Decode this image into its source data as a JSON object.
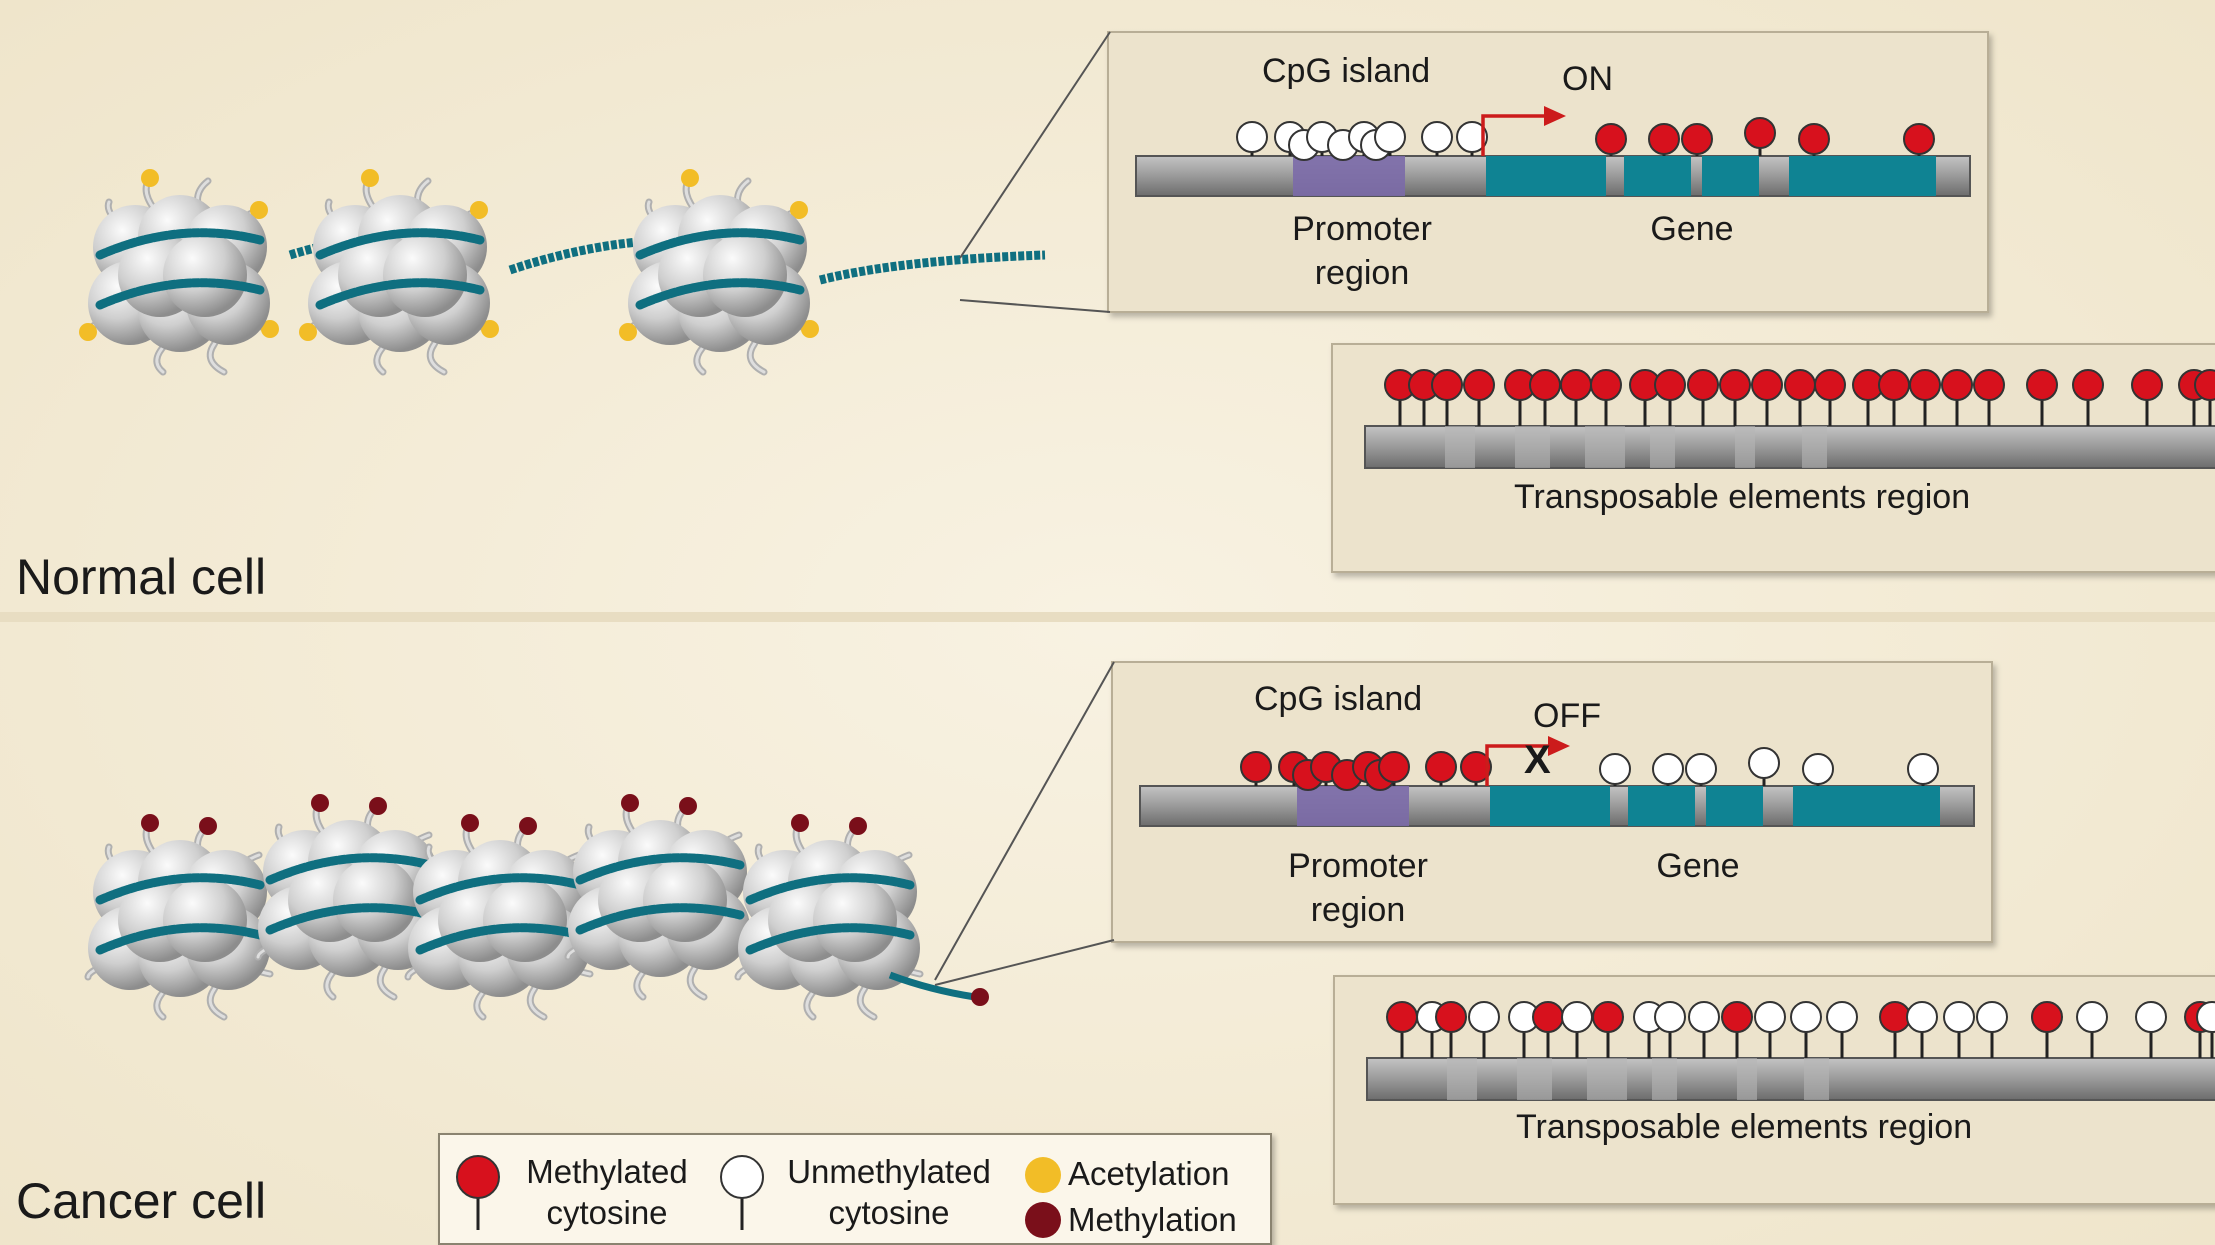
{
  "normal": {
    "section_label": "Normal cell",
    "promoter_panel": {
      "cpg_label": "CpG island",
      "switch_label": "ON",
      "promoter_label": [
        "Promoter",
        "region"
      ],
      "gene_label": "Gene",
      "cpg_sites": [
        "unmethylated",
        "unmethylated",
        "unmethylated",
        "unmethylated",
        "unmethylated",
        "unmethylated",
        "unmethylated",
        "unmethylated",
        "unmethylated",
        "unmethylated"
      ],
      "gene_sites": [
        "methylated",
        "methylated",
        "methylated",
        "methylated",
        "methylated",
        "methylated"
      ]
    },
    "te_panel": {
      "label": "Transposable elements region",
      "sites": [
        "methylated",
        "methylated",
        "methylated",
        "methylated",
        "methylated",
        "methylated",
        "methylated",
        "methylated",
        "methylated",
        "methylated",
        "methylated",
        "methylated",
        "methylated",
        "methylated",
        "methylated",
        "methylated",
        "methylated",
        "methylated",
        "methylated",
        "methylated",
        "methylated",
        "methylated",
        "methylated",
        "methylated",
        "methylated"
      ]
    },
    "histone_mark": "acetylation"
  },
  "cancer": {
    "section_label": "Cancer cell",
    "promoter_panel": {
      "cpg_label": "CpG island",
      "switch_label": "OFF",
      "blocked_mark": "X",
      "promoter_label": [
        "Promoter",
        "region"
      ],
      "gene_label": "Gene",
      "cpg_sites": [
        "methylated",
        "methylated",
        "methylated",
        "methylated",
        "methylated",
        "methylated",
        "methylated",
        "methylated",
        "methylated",
        "methylated"
      ],
      "gene_sites": [
        "unmethylated",
        "unmethylated",
        "unmethylated",
        "unmethylated",
        "unmethylated",
        "unmethylated"
      ]
    },
    "te_panel": {
      "label": "Transposable elements region",
      "sites": [
        "methylated",
        "unmethylated",
        "methylated",
        "unmethylated",
        "unmethylated",
        "methylated",
        "unmethylated",
        "methylated",
        "unmethylated",
        "unmethylated",
        "unmethylated",
        "methylated",
        "unmethylated",
        "unmethylated",
        "unmethylated",
        "methylated",
        "unmethylated",
        "unmethylated",
        "unmethylated",
        "methylated",
        "unmethylated",
        "unmethylated",
        "methylated",
        "unmethylated"
      ]
    },
    "histone_mark": "methylation"
  },
  "legend": {
    "methylated_cytosine": [
      "Methylated",
      "cytosine"
    ],
    "unmethylated_cytosine": [
      "Unmethylated",
      "cytosine"
    ],
    "acetylation": "Acetylation",
    "methylation": "Methylation"
  },
  "colors": {
    "background": "#f4ecd8",
    "panel": "#ece3cc",
    "methylated": "#d7111d",
    "unmethylated": "#ffffff",
    "acetylation": "#f2bd27",
    "histone_methylation": "#7a0f1a",
    "dna_strand": "#0f6f80",
    "promoter": "#7b6aa8",
    "gene": "#0f8393",
    "arrow": "#cc1b1b"
  }
}
